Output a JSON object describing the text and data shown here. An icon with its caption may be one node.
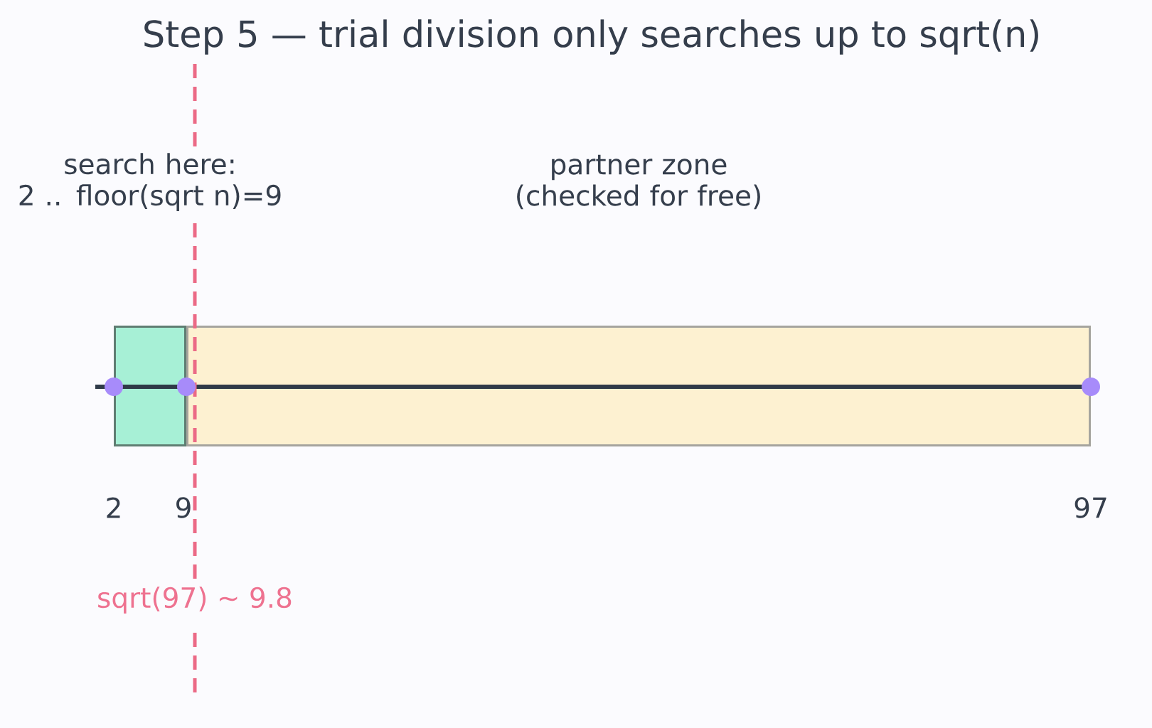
{
  "diagram": {
    "title": "Step 5 — trial division only searches up to sqrt(n)",
    "nodes": [
      {
        "text": [],
        "shape": "box"
      },
      {
        "text": [],
        "shape": "box"
      }
    ],
    "labels": [
      "search here: 2 .. floor(sqrt n)=9",
      "partner zone (checked for free)",
      "2",
      "9",
      "97",
      "sqrt(97) ~ 9.8"
    ]
  }
}
